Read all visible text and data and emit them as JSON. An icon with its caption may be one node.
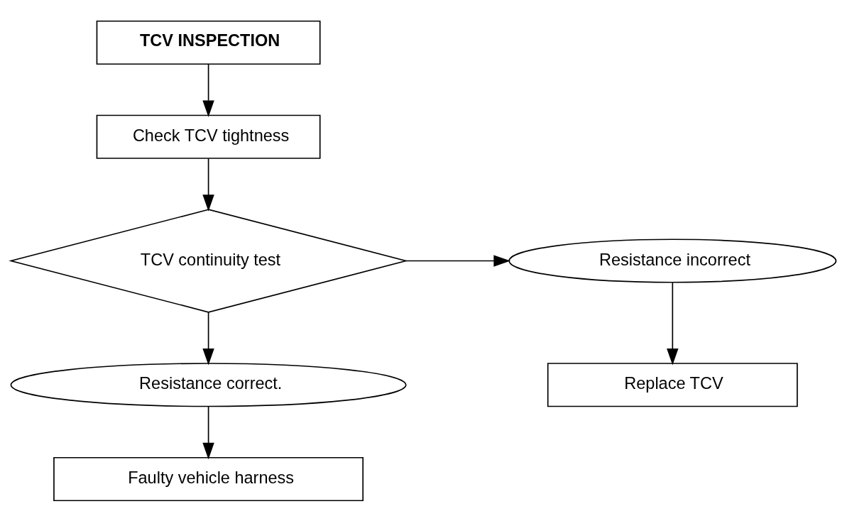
{
  "diagram": {
    "nodes": [
      {
        "text": [
          "TCV INSPECTION"
        ]
      },
      {
        "text": [
          "Check TCV tightness"
        ]
      },
      {
        "text": [
          "TCV continuity test"
        ]
      },
      {
        "text": [
          "Resistance incorrect"
        ]
      },
      {
        "text": [
          "Replace TCV"
        ]
      },
      {
        "text": [
          "Resistance correct."
        ]
      },
      {
        "text": [
          "Faulty vehicle harness"
        ]
      }
    ],
    "edges": [
      {
        "from": 0,
        "to": 1,
        "arrow": "to"
      },
      {
        "from": 1,
        "to": 2,
        "arrow": "to"
      },
      {
        "from": 2,
        "to": 3,
        "arrow": "to"
      },
      {
        "from": 3,
        "to": 4,
        "arrow": "to"
      },
      {
        "from": 2,
        "to": 5,
        "arrow": "to"
      },
      {
        "from": 5,
        "to": 6,
        "arrow": "to"
      }
    ]
  }
}
